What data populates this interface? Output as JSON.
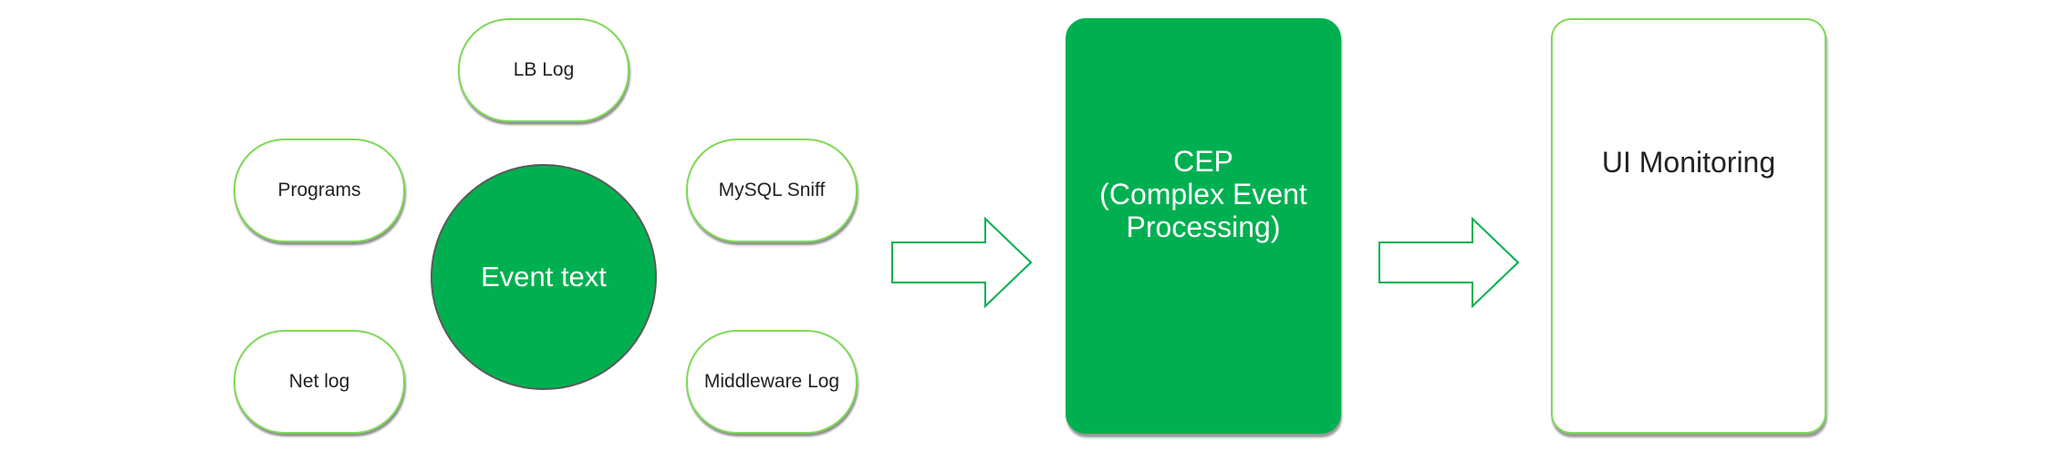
{
  "sources": [
    {
      "key": "lb",
      "label": "LB Log"
    },
    {
      "key": "programs",
      "label": "Programs"
    },
    {
      "key": "mysql",
      "label": "MySQL Sniff"
    },
    {
      "key": "net",
      "label": "Net log"
    },
    {
      "key": "middleware",
      "label": "Middleware Log"
    }
  ],
  "hub": {
    "label": "Event text"
  },
  "cep": {
    "label": "CEP\n(Complex Event\nProcessing)"
  },
  "monitor": {
    "label": "UI Monitoring"
  },
  "colors": {
    "accent_green": "#00b050",
    "outline_green": "#7ed957",
    "hub_border": "#5a5a5a"
  }
}
